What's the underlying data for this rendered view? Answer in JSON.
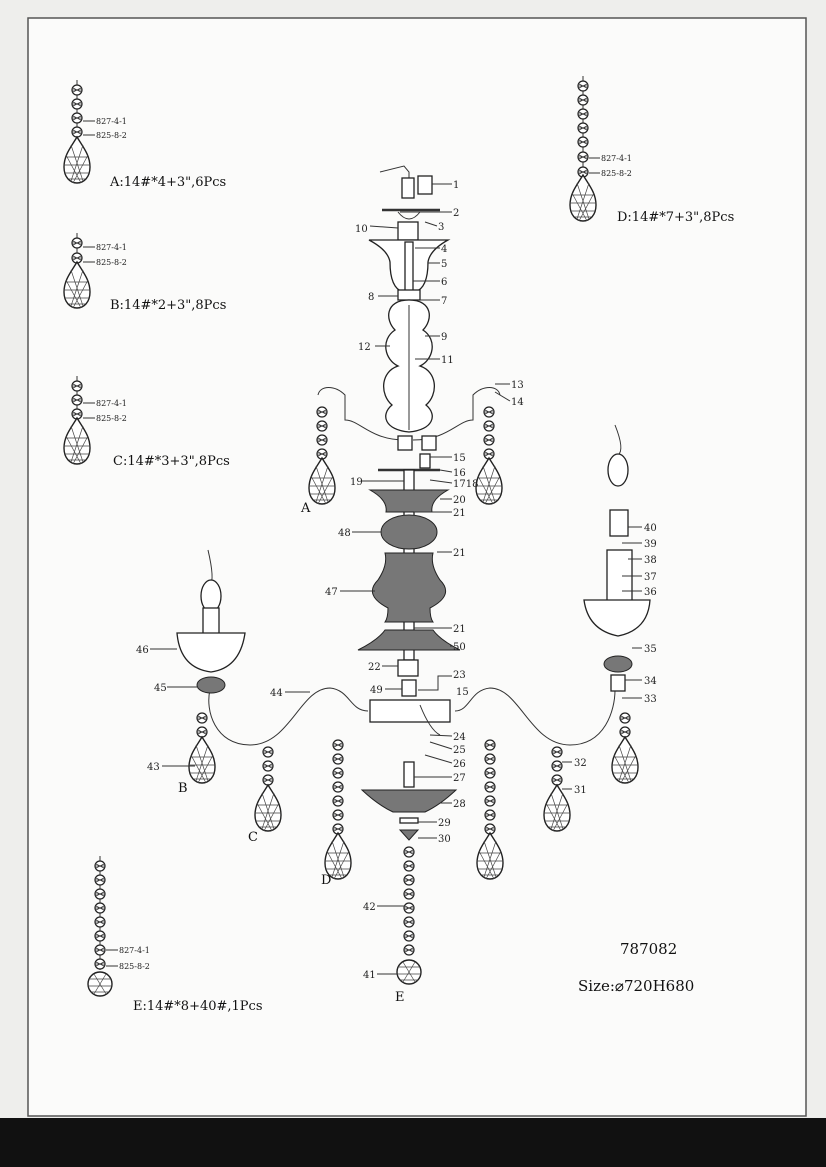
{
  "pendants": {
    "A": {
      "code1": "827-4-1",
      "code2": "825-8-2",
      "caption": "A:14#*4+3\",6Pcs"
    },
    "B": {
      "code1": "827-4-1",
      "code2": "825-8-2",
      "caption": "B:14#*2+3\",8Pcs"
    },
    "C": {
      "code1": "827-4-1",
      "code2": "825-8-2",
      "caption": "C:14#*3+3\",8Pcs"
    },
    "D": {
      "code1": "827-4-1",
      "code2": "825-8-2",
      "caption": "D:14#*7+3\",8Pcs"
    },
    "E": {
      "code1": "827-4-1",
      "code2": "825-8-2",
      "caption": "E:14#*8+40#,1Pcs"
    }
  },
  "letters": {
    "A": "A",
    "B": "B",
    "C": "C",
    "D": "D",
    "E": "E"
  },
  "callouts": {
    "p1": "1",
    "p2": "2",
    "p3": "3",
    "p4": "4",
    "p5": "5",
    "p6": "6",
    "p7": "7",
    "p8": "8",
    "p9": "9",
    "p10": "10",
    "p11": "11",
    "p12": "12",
    "p13": "13",
    "p14": "14",
    "p15a": "15",
    "p15b": "15",
    "p16": "16",
    "p1718": "1718",
    "p19": "19",
    "p20": "20",
    "p21a": "21",
    "p21b": "21",
    "p21c": "21",
    "p22": "22",
    "p23": "23",
    "p24": "24",
    "p25": "25",
    "p26": "26",
    "p27": "27",
    "p28": "28",
    "p29": "29",
    "p30": "30",
    "p31": "31",
    "p32": "32",
    "p33": "33",
    "p34": "34",
    "p35": "35",
    "p36": "36",
    "p37": "37",
    "p38": "38",
    "p39": "39",
    "p40": "40",
    "p41": "41",
    "p42": "42",
    "p43": "43",
    "p44": "44",
    "p45": "45",
    "p46": "46",
    "p47": "47",
    "p48": "48",
    "p49": "49",
    "p50": "50"
  },
  "model": "787082",
  "size": "Size:⌀720H680"
}
